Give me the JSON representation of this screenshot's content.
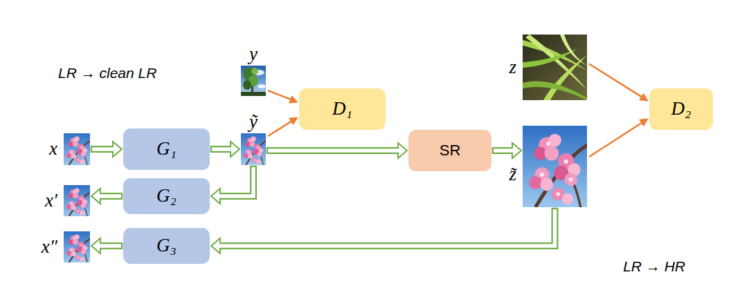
{
  "diagram": {
    "nodes": [
      {
        "text": [
          "LR → HR"
        ]
      },
      {
        "text": [
          "LR → clean LR"
        ],
        "in": 0
      },
      {
        "text": [
          "y"
        ],
        "in": 1
      },
      {
        "text": [
          "x"
        ],
        "in": 1
      },
      {
        "text": [
          "G₁"
        ],
        "in": 1
      },
      {
        "text": [
          "ỹ"
        ],
        "in": 1
      },
      {
        "text": [
          "D₁"
        ],
        "in": 1
      },
      {
        "text": [
          "x′"
        ],
        "in": 1
      },
      {
        "text": [
          "G₂"
        ],
        "in": 1
      },
      {
        "text": [
          "SR"
        ],
        "in": 0
      },
      {
        "text": [
          "z"
        ],
        "in": 0
      },
      {
        "text": [
          "z̃"
        ],
        "in": 0
      },
      {
        "text": [
          "D₂"
        ],
        "in": 0
      },
      {
        "text": [
          "x″"
        ],
        "in": 0
      },
      {
        "text": [
          "G₃"
        ],
        "in": 0
      }
    ],
    "edges": [
      {
        "from": 3,
        "to": 4,
        "arrow": "to"
      },
      {
        "from": 4,
        "to": 5,
        "arrow": "to"
      },
      {
        "from": 2,
        "to": 6,
        "arrow": "to"
      },
      {
        "from": 5,
        "to": 6,
        "arrow": "to"
      },
      {
        "from": 5,
        "to": 8,
        "arrow": "to"
      },
      {
        "from": 8,
        "to": 7,
        "arrow": "to"
      },
      {
        "from": 5,
        "to": 9,
        "arrow": "to"
      },
      {
        "from": 9,
        "to": 11,
        "arrow": "to"
      },
      {
        "from": 10,
        "to": 12,
        "arrow": "to"
      },
      {
        "from": 11,
        "to": 12,
        "arrow": "to"
      },
      {
        "from": 11,
        "to": 14,
        "arrow": "to"
      },
      {
        "from": 14,
        "to": 13,
        "arrow": "to"
      }
    ]
  }
}
